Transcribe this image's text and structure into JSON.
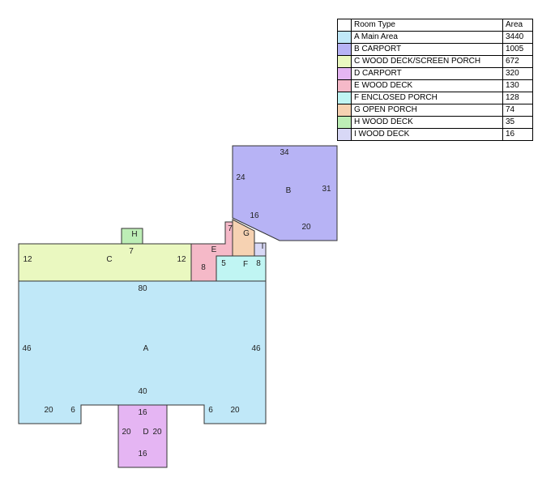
{
  "legend": {
    "headers": {
      "room_type": "Room Type",
      "area": "Area"
    },
    "rows": [
      {
        "label": "A Main Area",
        "area": "3440",
        "color": "#c0e8f8"
      },
      {
        "label": "B CARPORT",
        "area": "1005",
        "color": "#b7b3f5"
      },
      {
        "label": "C WOOD DECK/SCREEN PORCH",
        "area": "672",
        "color": "#eaf8c0"
      },
      {
        "label": "D CARPORT",
        "area": "320",
        "color": "#e5b5f3"
      },
      {
        "label": "E WOOD DECK",
        "area": "130",
        "color": "#f5b9c8"
      },
      {
        "label": "F ENCLOSED PORCH",
        "area": "128",
        "color": "#c0f5f3"
      },
      {
        "label": "G OPEN PORCH",
        "area": "74",
        "color": "#f6d2b2"
      },
      {
        "label": "H WOOD DECK",
        "area": "35",
        "color": "#bdeeb6"
      },
      {
        "label": "I WOOD DECK",
        "area": "16",
        "color": "#d8d8f6"
      }
    ]
  },
  "rooms": {
    "A": {
      "letter": "A",
      "color": "#c0e8f8",
      "dims": {
        "top": "80",
        "left": "46",
        "right": "46",
        "notch_top": "40",
        "bottom_left": "20",
        "notch_left": "6",
        "notch_right": "6",
        "bottom_right": "20"
      }
    },
    "B": {
      "letter": "B",
      "color": "#b7b3f5",
      "dims": {
        "top": "34",
        "left": "24",
        "right": "31",
        "diag": "16",
        "bottom": "20"
      }
    },
    "C": {
      "letter": "C",
      "color": "#eaf8c0",
      "dims": {
        "left": "12",
        "right": "12",
        "top": "7"
      }
    },
    "D": {
      "letter": "D",
      "color": "#e5b5f3",
      "dims": {
        "top": "16",
        "left": "20",
        "right": "20",
        "bottom": "16"
      }
    },
    "E": {
      "letter": "E",
      "color": "#f5b9c8",
      "dims": {
        "left": "8",
        "top": "7"
      }
    },
    "F": {
      "letter": "F",
      "color": "#c0f5f3",
      "dims": {
        "left": "5",
        "right": "8"
      }
    },
    "G": {
      "letter": "G",
      "color": "#f6d2b2",
      "dims": {}
    },
    "H": {
      "letter": "H",
      "color": "#bdeeb6",
      "dims": {}
    },
    "I": {
      "letter": "I",
      "color": "#d8d8f6",
      "dims": {}
    }
  }
}
